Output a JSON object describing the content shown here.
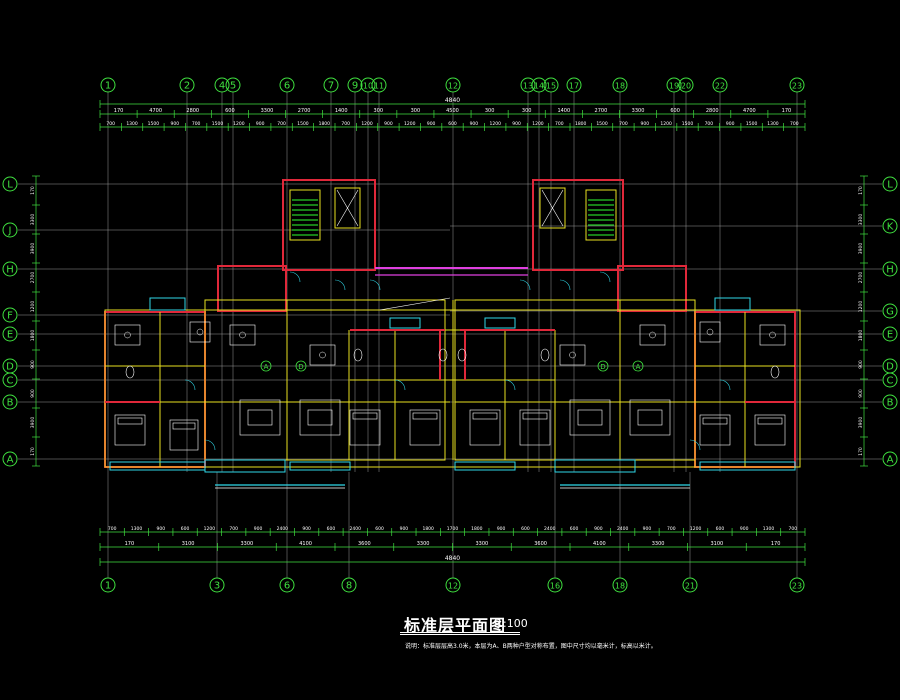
{
  "drawing": {
    "title": "标准层平面图",
    "scale": "1:100",
    "note": "说明：标准层层高3.0米，本层为A、B两种户型对称布置，图中尺寸均以毫米计，标高以米计。"
  },
  "axes_top": [
    {
      "label": "1"
    },
    {
      "label": "2"
    },
    {
      "label": "4"
    },
    {
      "label": "5"
    },
    {
      "label": "6"
    },
    {
      "label": "7"
    },
    {
      "label": "9"
    },
    {
      "label": "10"
    },
    {
      "label": "11"
    },
    {
      "label": "12"
    },
    {
      "label": "13"
    },
    {
      "label": "14"
    },
    {
      "label": "15"
    },
    {
      "label": "17"
    },
    {
      "label": "18"
    },
    {
      "label": "19"
    },
    {
      "label": "20"
    },
    {
      "label": "22"
    },
    {
      "label": "23"
    }
  ],
  "axes_bottom": [
    {
      "label": "1"
    },
    {
      "label": "3"
    },
    {
      "label": "6"
    },
    {
      "label": "8"
    },
    {
      "label": "12"
    },
    {
      "label": "16"
    },
    {
      "label": "18"
    },
    {
      "label": "21"
    },
    {
      "label": "23"
    }
  ],
  "axes_left": [
    {
      "label": "L"
    },
    {
      "label": "J"
    },
    {
      "label": "H"
    },
    {
      "label": "F"
    },
    {
      "label": "E"
    },
    {
      "label": "D"
    },
    {
      "label": "C"
    },
    {
      "label": "B"
    },
    {
      "label": "A"
    }
  ],
  "axes_right": [
    {
      "label": "L"
    },
    {
      "label": "K"
    },
    {
      "label": "H"
    },
    {
      "label": "G"
    },
    {
      "label": "E"
    },
    {
      "label": "D"
    },
    {
      "label": "C"
    },
    {
      "label": "B"
    },
    {
      "label": "A"
    }
  ],
  "dims": {
    "top_total": "4840",
    "bottom_total": "4840",
    "top_row2": [
      "170",
      "4700",
      "2800",
      "600",
      "3300",
      "2700",
      "1400",
      "300",
      "300",
      "4500",
      "300",
      "300",
      "1400",
      "2700",
      "3300",
      "600",
      "2800",
      "4700",
      "170"
    ],
    "top_row3": [
      "700",
      "1300",
      "1500",
      "900",
      "700",
      "1500",
      "1200",
      "900",
      "700",
      "1500",
      "1800",
      "700",
      "1200",
      "900",
      "1200",
      "900",
      "600",
      "900",
      "1200",
      "900",
      "1200",
      "700",
      "1800",
      "1500",
      "700",
      "900",
      "1200",
      "1500",
      "700",
      "900",
      "1500",
      "1300",
      "700"
    ],
    "bottom_row1": [
      "700",
      "1300",
      "900",
      "600",
      "1200",
      "700",
      "900",
      "2400",
      "900",
      "600",
      "2400",
      "600",
      "900",
      "1800",
      "1700",
      "1800",
      "900",
      "600",
      "2400",
      "600",
      "900",
      "2400",
      "900",
      "700",
      "1200",
      "600",
      "900",
      "1300",
      "700"
    ],
    "bottom_row2": [
      "170",
      "3100",
      "3300",
      "4100",
      "3600",
      "3300",
      "3300",
      "3600",
      "4100",
      "3300",
      "3100",
      "170"
    ],
    "left_dims": [
      "170",
      "3300",
      "3900",
      "2700",
      "1200",
      "1800",
      "900",
      "900",
      "3900",
      "170"
    ],
    "right_dims": [
      "170",
      "3300",
      "3900",
      "2700",
      "1200",
      "1800",
      "900",
      "900",
      "3900",
      "170"
    ]
  }
}
